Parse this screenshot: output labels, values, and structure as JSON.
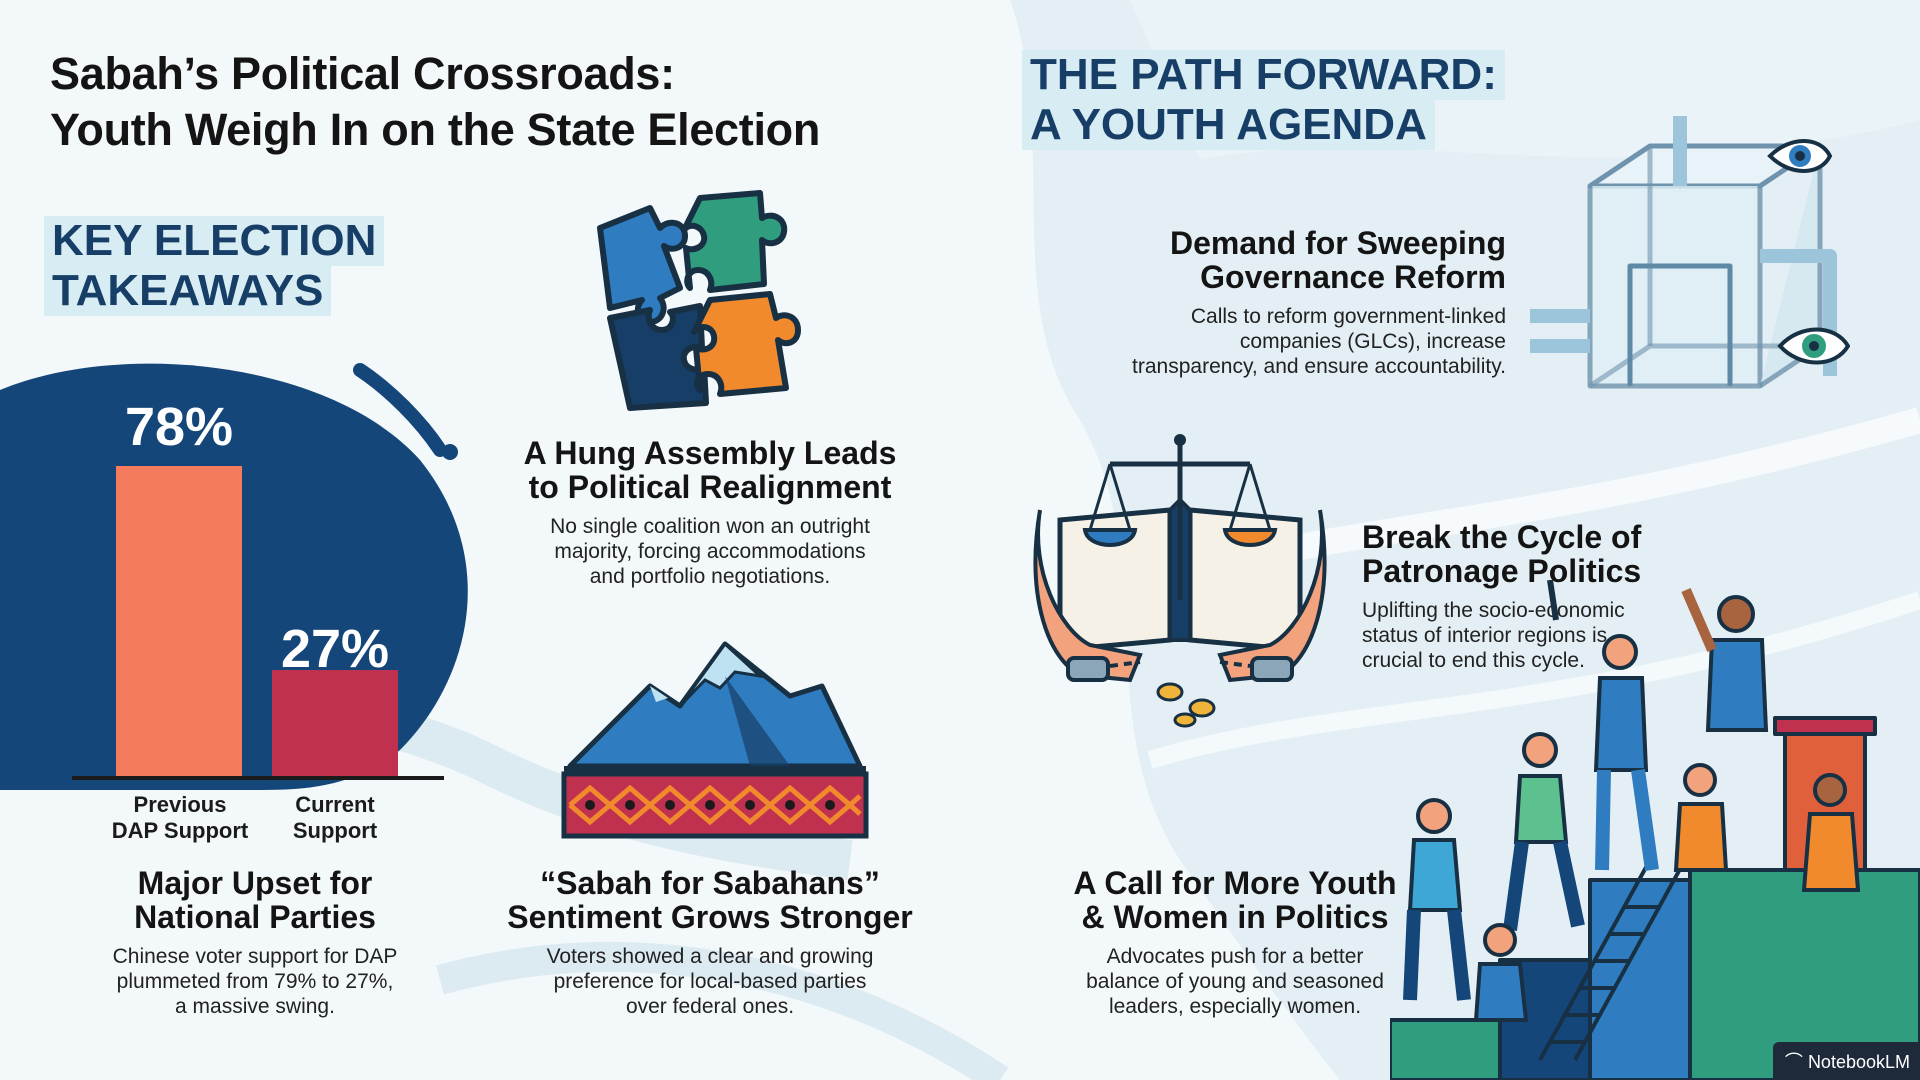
{
  "title": {
    "line1": "Sabah’s Political Crossroads:",
    "line2": "Youth Weigh In on the State Election"
  },
  "left_section": {
    "line1": "KEY ELECTION",
    "line2": "TAKEAWAYS"
  },
  "right_section": {
    "line1": "THE PATH FORWARD:",
    "line2": "A YOUTH AGENDA"
  },
  "chart_data": {
    "type": "bar",
    "categories": [
      "Previous DAP Support",
      "Current Support"
    ],
    "category_lines": [
      [
        "Previous",
        "DAP Support"
      ],
      [
        "Current",
        "Support"
      ]
    ],
    "values": [
      78,
      27
    ],
    "value_labels": [
      "78%",
      "27%"
    ],
    "colors": [
      "#f47c5c",
      "#c0304f"
    ],
    "ylim": [
      0,
      100
    ]
  },
  "cards": {
    "upset": {
      "title": [
        "Major Upset for",
        "National Parties"
      ],
      "body": [
        "Chinese voter support for DAP",
        "plummeted from 79% to 27%,",
        "a massive swing."
      ]
    },
    "hung": {
      "title": [
        "A Hung Assembly Leads",
        "to Political Realignment"
      ],
      "body": [
        "No single coalition won an outright",
        "majority, forcing accommodations",
        "and portfolio negotiations."
      ]
    },
    "sabahans": {
      "title": [
        "“Sabah for Sabahans”",
        "Sentiment Grows Stronger"
      ],
      "body": [
        "Voters showed a clear and growing",
        "preference for local-based parties",
        "over federal ones."
      ]
    },
    "reform": {
      "title": [
        "Demand for Sweeping",
        "Governance Reform"
      ],
      "body": [
        "Calls to reform government-linked",
        "companies (GLCs), increase",
        "transparency, and ensure accountability."
      ]
    },
    "patronage": {
      "title": [
        "Break the Cycle of",
        "Patronage Politics"
      ],
      "body": [
        "Uplifting the socio-economic",
        "status of interior regions is",
        "crucial to end this cycle."
      ]
    },
    "youth": {
      "title": [
        "A Call for More Youth",
        "& Women in Politics"
      ],
      "body": [
        "Advocates push for a better",
        "balance of young and seasoned",
        "leaders, especially women."
      ]
    }
  },
  "footer": {
    "brand": "NotebookLM"
  },
  "icons": [
    "puzzle-icon",
    "mountain-icon",
    "transparent-box-icon",
    "justice-book-icon",
    "youth-crowd-icon"
  ],
  "colors": {
    "navy": "#173e66",
    "blob": "#15467a",
    "coral": "#f47c5c",
    "crimson": "#c0304f",
    "teal": "#2f9d7e",
    "orange": "#f08a2c",
    "blue": "#2f7dc0"
  }
}
